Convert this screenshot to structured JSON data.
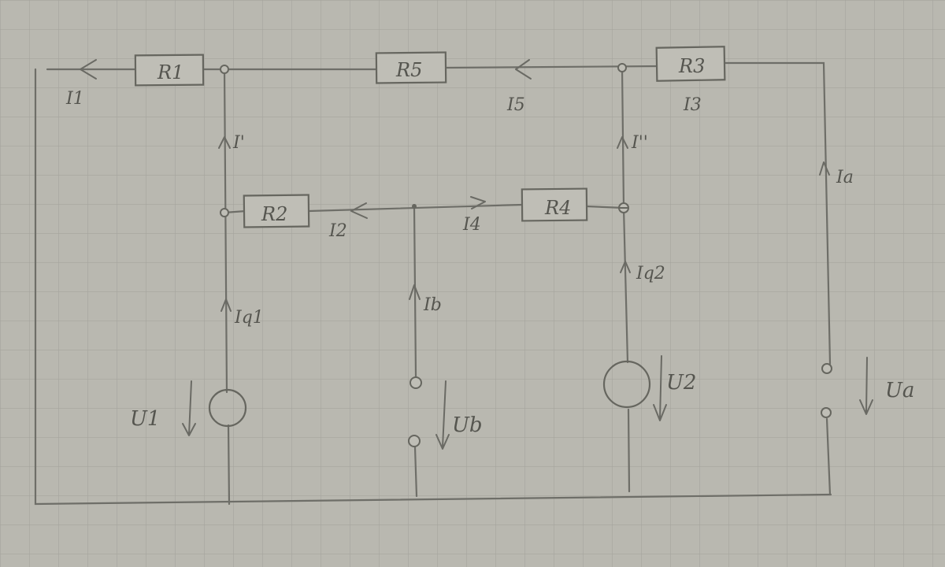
{
  "diagram": {
    "resistors": {
      "r1": "R1",
      "r2": "R2",
      "r3": "R3",
      "r4": "R4",
      "r5": "R5"
    },
    "currents": {
      "i1": "I1",
      "i5": "I5",
      "i3": "I3",
      "i_prime": "I'",
      "i_double_prime": "I''",
      "ia": "Ia",
      "i2": "I2",
      "i4": "I4",
      "iq2": "Iq2",
      "ib": "Ib",
      "iq1": "Iq1"
    },
    "voltages": {
      "u1": "U1",
      "ub": "Ub",
      "u2": "U2",
      "ua": "Ua"
    }
  },
  "colors": {
    "paper": "#b9b8b0",
    "grid": "#a7a69f",
    "pencil": "#66665f"
  }
}
